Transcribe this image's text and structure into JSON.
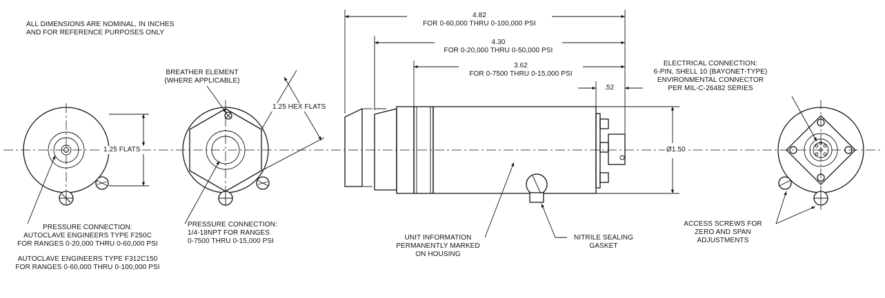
{
  "general_note": [
    "ALL DIMENSIONS ARE NOMINAL, IN INCHES",
    "AND FOR REFERENCE PURPOSES ONLY"
  ],
  "front_view": {
    "flats_dim": "1.25 FLATS",
    "pressure_connection": [
      "PRESSURE CONNECTION:",
      "AUTOCLAVE ENGINEERS TYPE F250C",
      "FOR RANGES 0-20,000 THRU 0-60,000 PSI"
    ],
    "pressure_connection_alt": [
      "AUTOCLAVE ENGINEERS TYPE F312C150",
      "FOR RANGES 0-60,000 THRU 0-100,000 PSI"
    ]
  },
  "hex_view": {
    "breather": [
      "BREATHER ELEMENT",
      "(WHERE APPLICABLE)"
    ],
    "hex_dim": "1.25 HEX FLATS",
    "pressure_connection": [
      "PRESSURE CONNECTION:",
      "1/4-18NPT FOR RANGES",
      "0-7500 THRU 0-15,000 PSI"
    ]
  },
  "side_view": {
    "dim1": {
      "value": "4.82",
      "range": "FOR 0-60,000 THRU 0-100,000 PSI"
    },
    "dim2": {
      "value": "4.30",
      "range": "FOR 0-20,000 THRU 0-50,000 PSI"
    },
    "dim3": {
      "value": "3.62",
      "range": "FOR 0-7500 THRU 0-15,000 PSI"
    },
    "dim_connector": ".52",
    "diameter": "Ø1.50",
    "unit_info": [
      "UNIT INFORMATION",
      "PERMANENTLY MARKED",
      "ON HOUSING"
    ],
    "gasket": [
      "NITRILE SEALING",
      "GASKET"
    ]
  },
  "rear_view": {
    "electrical": [
      "ELECTRICAL CONNECTION:",
      "6-PIN, SHELL 10 (BAYONET-TYPE)",
      "ENVIRONMENTAL CONNECTOR",
      "PER MIL-C-26482 SERIES"
    ],
    "access": [
      "ACCESS SCREWS FOR",
      "ZERO AND SPAN",
      "ADJUSTMENTS"
    ]
  }
}
